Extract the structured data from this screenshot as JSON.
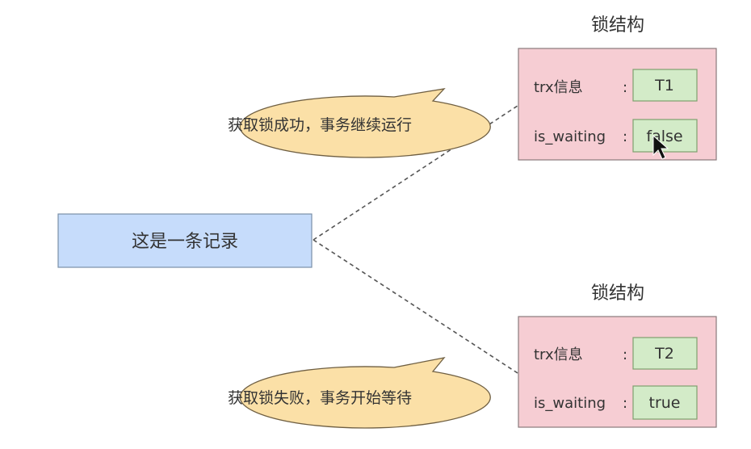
{
  "record": {
    "label": "这是一条记录"
  },
  "lock_structures": [
    {
      "title": "锁结构",
      "fields": [
        {
          "label": "trx信息",
          "value": "T1"
        },
        {
          "label": "is_waiting",
          "value": "false"
        }
      ]
    },
    {
      "title": "锁结构",
      "fields": [
        {
          "label": "trx信息",
          "value": "T2"
        },
        {
          "label": "is_waiting",
          "value": "true"
        }
      ]
    }
  ],
  "callouts": [
    {
      "text": "获取锁成功，事务继续运行"
    },
    {
      "text": "获取锁失败，事务开始等待"
    }
  ],
  "separator": ":",
  "colors": {
    "record_fill": "#c6dcfb",
    "record_stroke": "#7a8fa8",
    "lock_fill": "#f6cdd3",
    "lock_stroke": "#8a7a7c",
    "value_fill": "#d3ebc8",
    "value_stroke": "#7fa06f",
    "callout_fill": "#fbe0a7",
    "callout_stroke": "#6f5f42",
    "connector": "#555555"
  }
}
